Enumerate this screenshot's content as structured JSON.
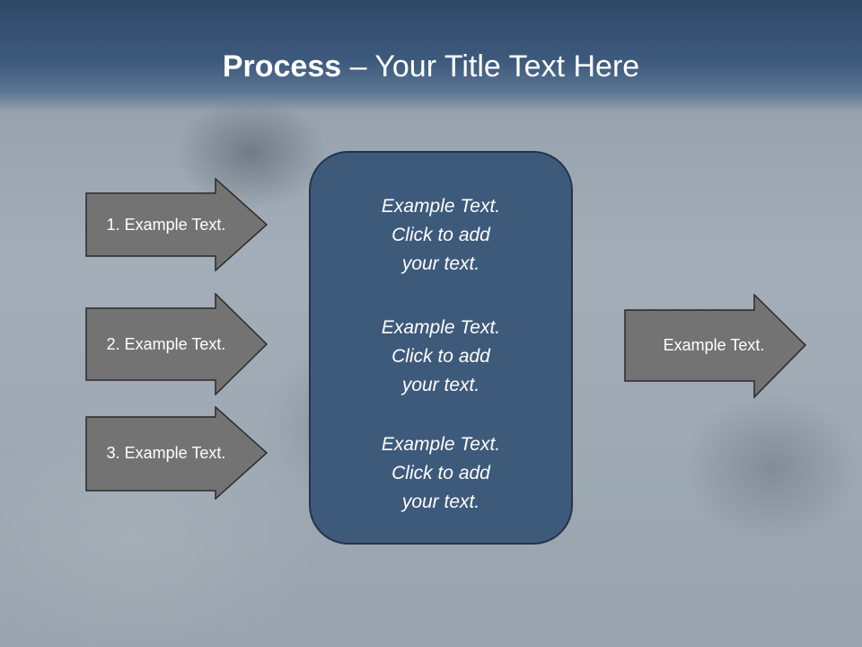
{
  "slide": {
    "title_bold": "Process",
    "title_rest": " – Your Title Text Here"
  },
  "inputs": [
    {
      "label": "1. Example Text."
    },
    {
      "label": "2. Example Text."
    },
    {
      "label": "3. Example Text."
    }
  ],
  "center": {
    "paragraphs": [
      {
        "lines": [
          "Example Text.",
          "Click  to add",
          "your text."
        ]
      },
      {
        "lines": [
          "Example Text.",
          "Click  to add",
          "your text."
        ]
      },
      {
        "lines": [
          "Example Text.",
          "Click  to add",
          "your text."
        ]
      }
    ]
  },
  "output": {
    "label": "Example Text."
  },
  "colors": {
    "title_bar": "#3d5a7d",
    "center_box": "#3e5a7b",
    "arrow_fill": "#737373",
    "arrow_stroke": "#2a2a2a"
  }
}
